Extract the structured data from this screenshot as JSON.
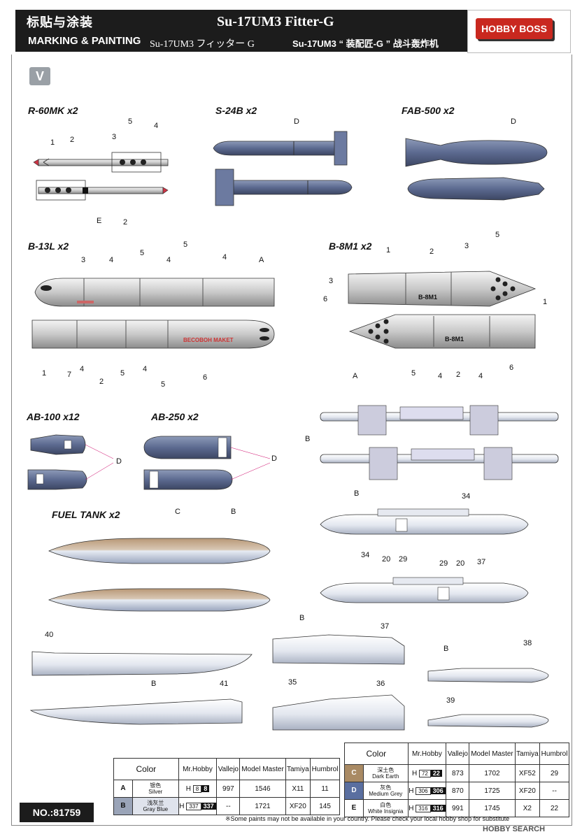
{
  "header": {
    "title_cn": "标贴与涂装",
    "title_en": "MARKING & PAINTING",
    "model": "Su-17UM3 Fitter-G",
    "subtitle_jp": "Su-17UM3 フィッター G",
    "subtitle_cn": "Su-17UM3 “ 装配匠-G ” 战斗轰炸机",
    "brand": "HOBBY BOSS"
  },
  "step": "V",
  "sections": {
    "r60": "R-60MK x2",
    "s24": "S-24B x2",
    "fab": "FAB-500 x2",
    "b13": "B-13L x2",
    "b8": "B-8M1 x2",
    "ab100": "AB-100 x12",
    "ab250": "AB-250 x2",
    "fuel": "FUEL TANK x2"
  },
  "callouts": {
    "r60": [
      "1",
      "2",
      "3",
      "5",
      "4",
      "E",
      "2"
    ],
    "s24": [
      "D"
    ],
    "fab": [
      "D"
    ],
    "b13_top": [
      "5",
      "3",
      "4",
      "5",
      "4",
      "4",
      "A"
    ],
    "b13_bot": [
      "1",
      "7",
      "4",
      "2",
      "5",
      "4",
      "5",
      "6"
    ],
    "b8_top": [
      "1",
      "2",
      "3",
      "5",
      "3",
      "6",
      "1"
    ],
    "b8_bot": [
      "A",
      "5",
      "4",
      "2",
      "4",
      "6"
    ],
    "ab": [
      "D",
      "D"
    ],
    "pylon": [
      "B"
    ],
    "fuel": [
      "C",
      "B"
    ],
    "rack": [
      "B",
      "34",
      "34",
      "20",
      "29",
      "37",
      "29",
      "20"
    ],
    "lower": [
      "40",
      "B",
      "41",
      "B",
      "37",
      "36",
      "35",
      "B",
      "38",
      "39"
    ]
  },
  "markings": {
    "b8_text": "B-8M1",
    "b13_text": "BECOBOH MAKET"
  },
  "color_table_left": {
    "headers": [
      "Color",
      "Mr.Hobby",
      "Vallejo",
      "Model Master",
      "Tamiya",
      "Humbrol"
    ],
    "rows": [
      {
        "key": "A",
        "cn": "银色",
        "en": "Silver",
        "swatch": "#d9d9d9",
        "hobby_code": "8",
        "hobby_num": "8",
        "vallejo": "997",
        "mm": "1546",
        "tamiya": "X11",
        "humbrol": "11"
      },
      {
        "key": "B",
        "cn": "浅灰兰",
        "en": "Gray Blue",
        "swatch": "#9aa4b8",
        "hobby_code": "337",
        "hobby_num": "337",
        "vallejo": "--",
        "mm": "1721",
        "tamiya": "XF20",
        "humbrol": "145"
      }
    ]
  },
  "color_table_right": {
    "headers": [
      "Color",
      "Mr.Hobby",
      "Vallejo",
      "Model Master",
      "Tamiya",
      "Humbrol"
    ],
    "rows": [
      {
        "key": "C",
        "cn": "深土色",
        "en": "Dark Earth",
        "swatch": "#a98a64",
        "hobby_code": "72",
        "hobby_num": "22",
        "vallejo": "873",
        "mm": "1702",
        "tamiya": "XF52",
        "humbrol": "29"
      },
      {
        "key": "D",
        "cn": "灰色",
        "en": "Medium Grey",
        "swatch": "#5a6fa0",
        "hobby_code": "306",
        "hobby_num": "306",
        "vallejo": "870",
        "mm": "1725",
        "tamiya": "XF20",
        "humbrol": "--"
      },
      {
        "key": "E",
        "cn": "白色",
        "en": "White Insignia",
        "swatch": "#ffffff",
        "hobby_code": "316",
        "hobby_num": "316",
        "vallejo": "991",
        "mm": "1745",
        "tamiya": "X2",
        "humbrol": "22"
      }
    ]
  },
  "footer": {
    "product_no": "NO.:81759",
    "disclaimer": "※Some paints may not be available in your country. Please check your local hobby shop for substitute",
    "watermark": "HOBBY SEARCH"
  }
}
